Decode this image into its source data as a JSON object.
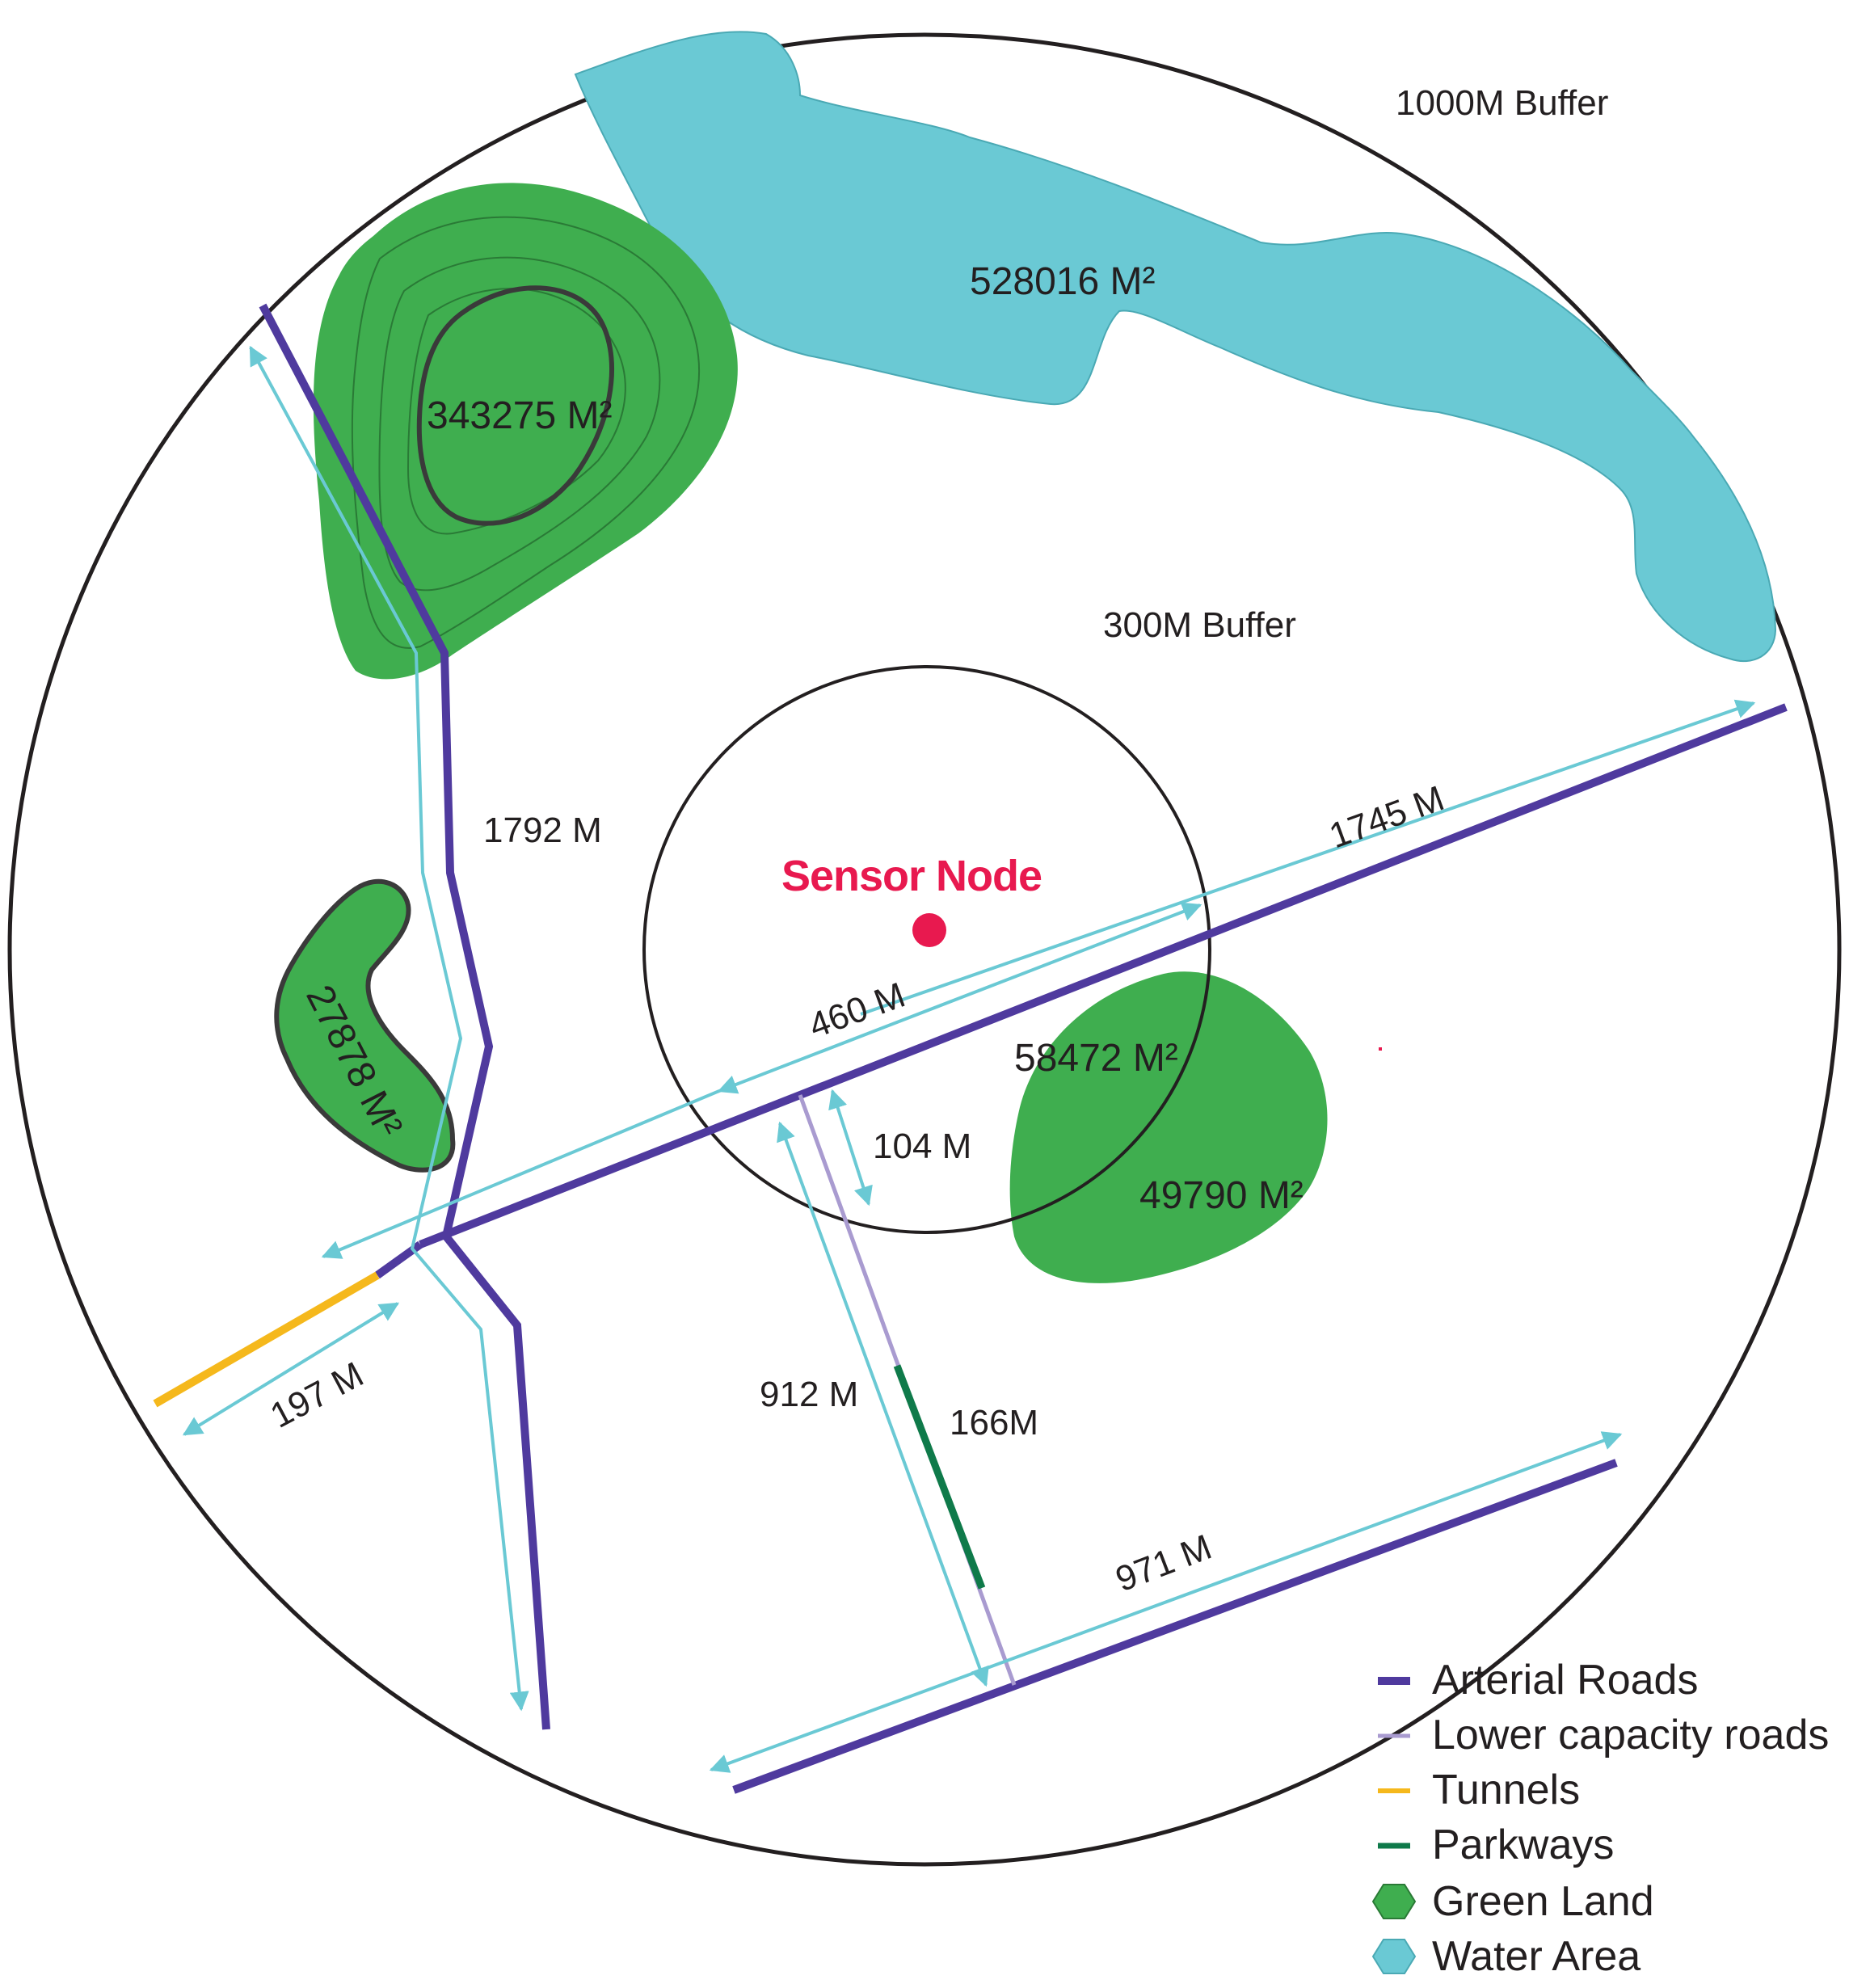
{
  "buffers": {
    "outer_label": "1000M Buffer",
    "inner_label": "300M Buffer"
  },
  "sensor": {
    "label": "Sensor Node"
  },
  "areas": {
    "water": "528016 M²",
    "green_north": "343275 M²",
    "green_west": "27878 M²",
    "green_se_inner": "58472 M²",
    "green_se_outer": "49790 M²"
  },
  "distances": {
    "arterial_west": "1792 M",
    "arterial_east": "1745 M",
    "arterial_centre": "460 M",
    "to_node_road": "104 M",
    "tunnel": "197 M",
    "lower_capacity": "912 M",
    "parkway": "166M",
    "arterial_south": "971 M"
  },
  "legend": {
    "items": [
      {
        "label": "Arterial Roads",
        "color": "#4f3a9e",
        "icon": "line-icon"
      },
      {
        "label": "Lower capacity roads",
        "color": "#a99bd0",
        "icon": "line-icon"
      },
      {
        "label": "Tunnels",
        "color": "#f5b81c",
        "icon": "line-icon"
      },
      {
        "label": "Parkways",
        "color": "#0f7a4a",
        "icon": "line-icon"
      },
      {
        "label": "Green Land",
        "color": "#3fae4f",
        "icon": "hexagon-icon"
      },
      {
        "label": "Water Area",
        "color": "#6ac9d4",
        "icon": "hexagon-icon"
      }
    ]
  },
  "colors": {
    "arterial": "#4f3a9e",
    "lower": "#a99bd0",
    "tunnel": "#f5b81c",
    "parkway": "#0f7a4a",
    "green": "#3fae4f",
    "water": "#6ac9d4",
    "arrow": "#6ac9d4",
    "node": "#e8194f"
  }
}
